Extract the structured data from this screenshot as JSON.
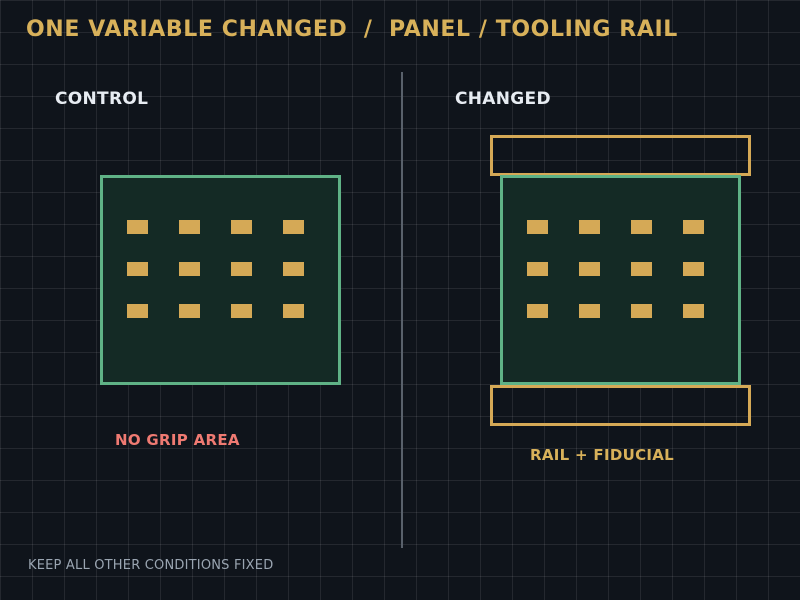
{
  "title": "ONE VARIABLE CHANGED  /  PANEL / TOOLING RAIL",
  "control": {
    "heading": "CONTROL",
    "caption": "NO GRIP AREA",
    "pad_rows": 3,
    "pad_cols": 4
  },
  "changed": {
    "heading": "CHANGED",
    "caption": "RAIL + FIDUCIAL",
    "pad_rows": 3,
    "pad_cols": 4
  },
  "footer": "KEEP ALL OTHER CONDITIONS FIXED",
  "colors": {
    "background": "#0f141b",
    "accent": "#d8b15a",
    "panel_border": "#5fb286",
    "panel_fill": "#142a25",
    "pad": "#d5a956",
    "warning": "#ef7a72",
    "heading": "#e7ecf2",
    "muted": "#9aa5b1"
  }
}
